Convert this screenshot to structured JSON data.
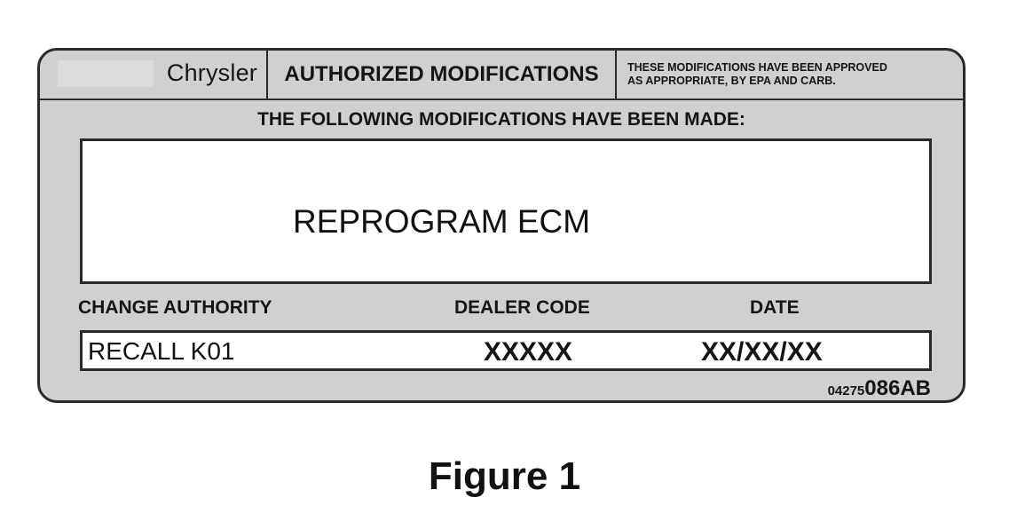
{
  "label": {
    "header": {
      "brand": "Chrysler",
      "title": "AUTHORIZED MODIFICATIONS",
      "approval_line1": "THESE MODIFICATIONS HAVE BEEN APPROVED",
      "approval_line2": "AS APPROPRIATE, BY EPA AND CARB."
    },
    "modifications_heading": "THE FOLLOWING MODIFICATIONS HAVE BEEN MADE:",
    "modifications_text": "REPROGRAM ECM",
    "columns": {
      "change_authority": "CHANGE AUTHORITY",
      "dealer_code": "DEALER CODE",
      "date": "DATE"
    },
    "values": {
      "change_authority": "RECALL K01",
      "dealer_code": "XXXXX",
      "date": "XX/XX/XX"
    },
    "part_number_prefix": "04275",
    "part_number_suffix": "086AB"
  },
  "caption": "Figure 1"
}
